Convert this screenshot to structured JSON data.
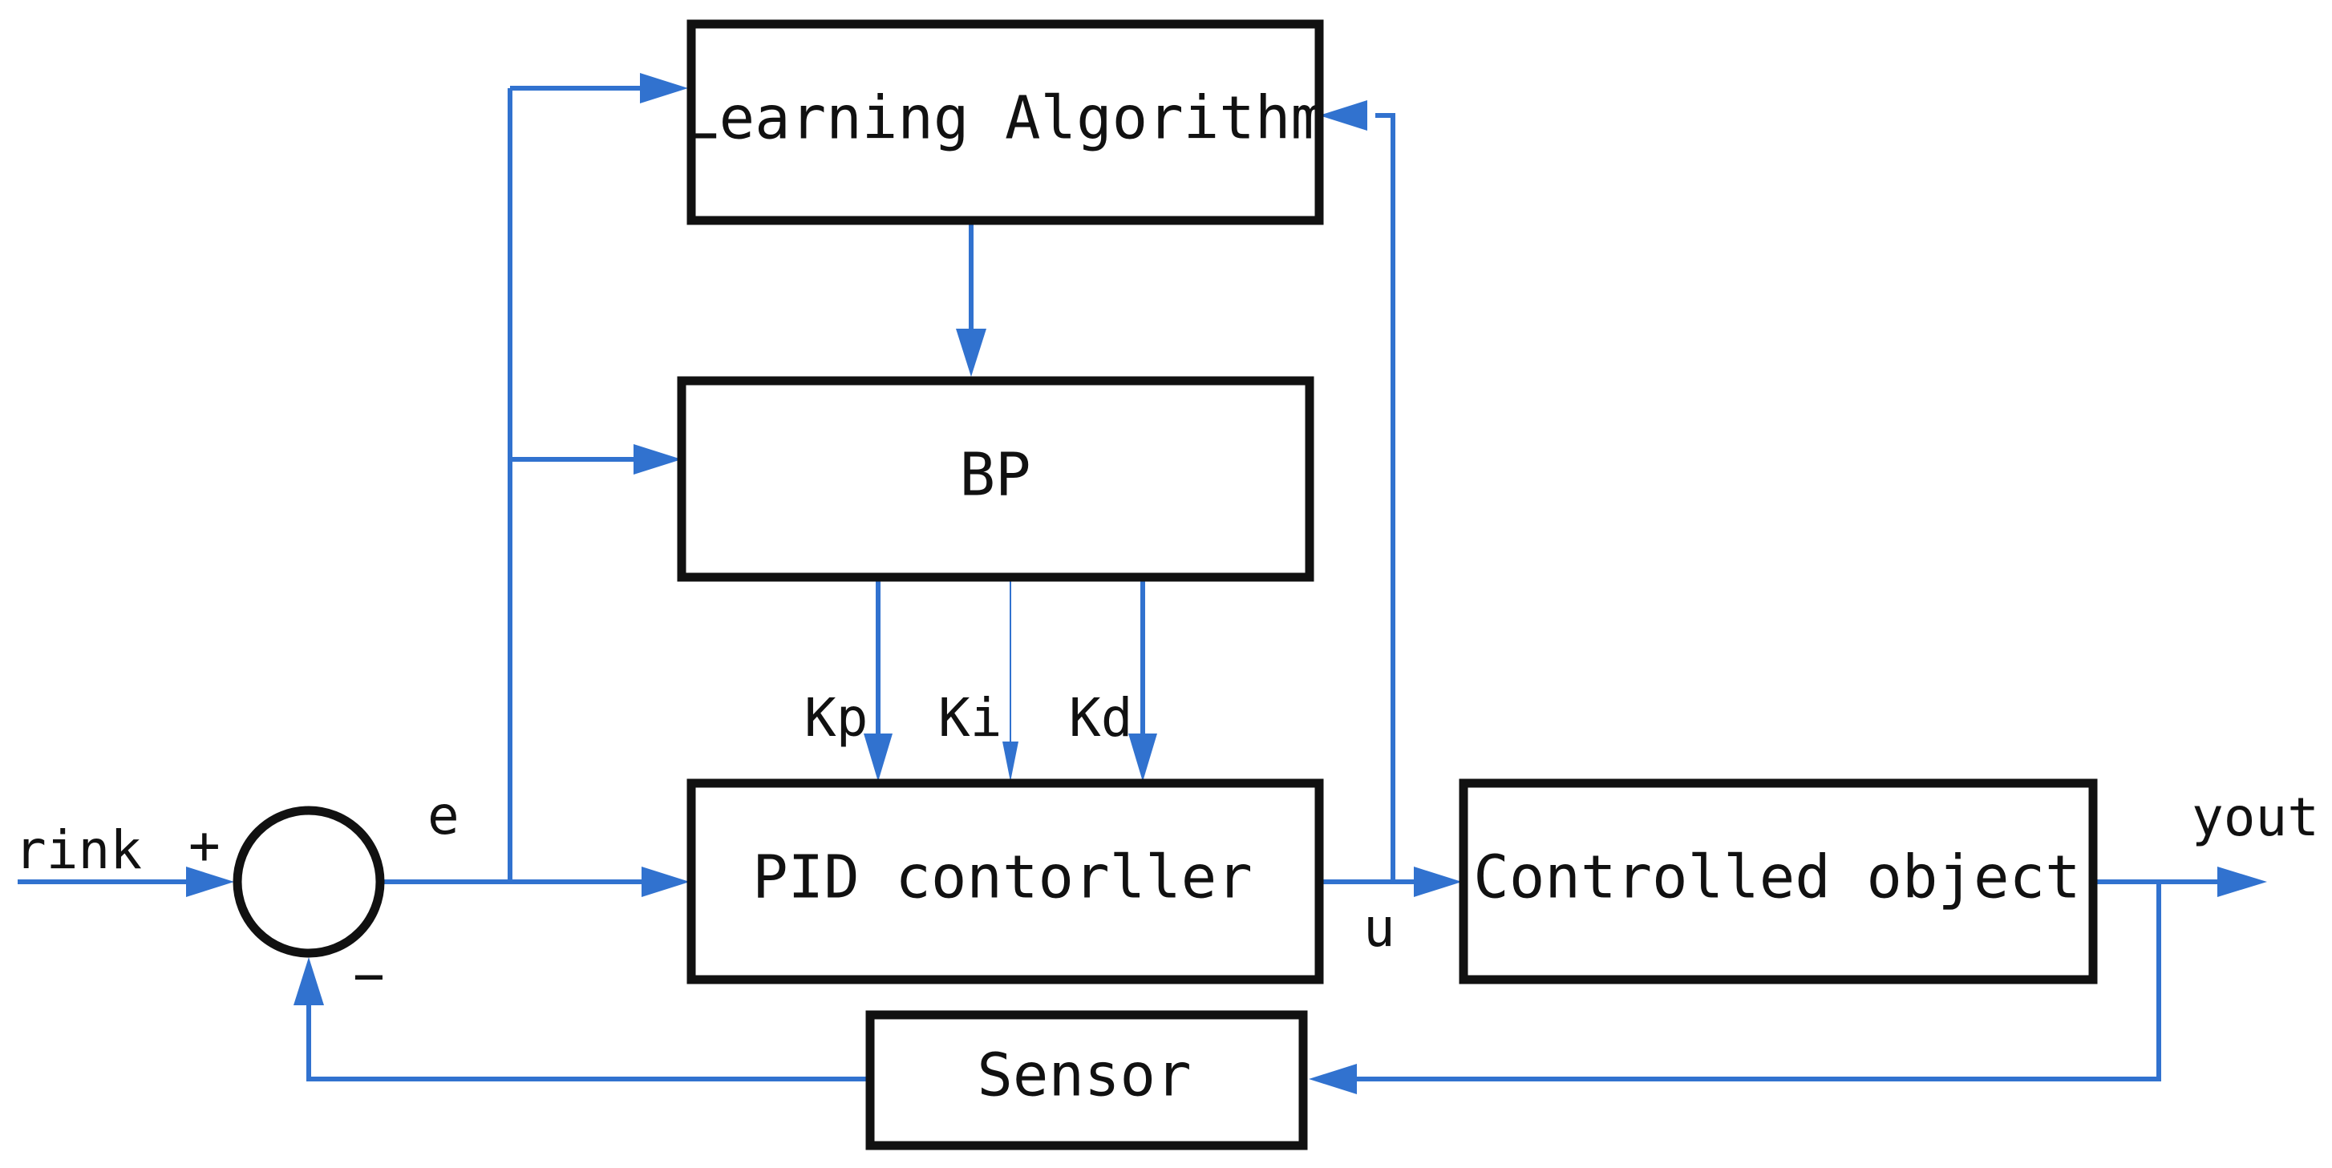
{
  "diagram": {
    "blocks": {
      "learning_algorithm": "Learning Algorithm",
      "bp": "BP",
      "pid_controller": "PID contorller",
      "controlled_object": "Controlled object",
      "sensor": "Sensor"
    },
    "signals": {
      "input": "rink",
      "plus_sign": "+",
      "minus_sign": "−",
      "error": "e",
      "control": "u",
      "output": "yout",
      "kp": "Kp",
      "ki": "Ki",
      "kd": "Kd"
    },
    "colors": {
      "connector": "#3172cf",
      "block_border": "#111111",
      "text": "#111111",
      "background": "#ffffff"
    }
  }
}
